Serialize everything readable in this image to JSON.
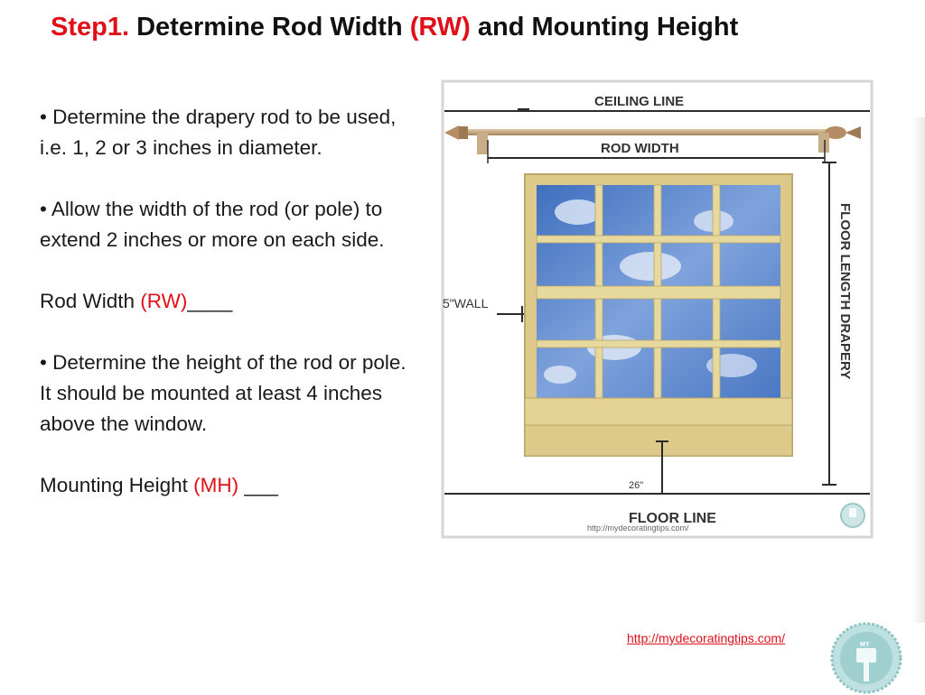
{
  "slide": {
    "title": {
      "step": "Step1.",
      "part1": " Determine Rod Width ",
      "rw": "(RW)",
      "part2": " and Mounting Height"
    },
    "bullets": {
      "b1": "• Determine the drapery rod to be used, i.e. 1, 2 or 3 inches in diameter.",
      "b2": "• Allow the width of the rod (or pole)  to extend  2 inches or more on each side.",
      "rod_width_label": "Rod Width ",
      "rod_width_abbr": "(RW)",
      "rod_width_blank": "____",
      "b3": "• Determine the height of the rod or pole. It should be mounted at least 4 inches above the window.",
      "mounting_label": "Mounting Height ",
      "mounting_abbr": "(MH)",
      "mounting_blank": " ___"
    },
    "link": "http://mydecoratingtips.com/"
  },
  "diagram": {
    "ceiling_line": "CEILING LINE",
    "rod_width": "ROD WIDTH",
    "floor_length_drapery": "FLOOR LENGTH DRAPERY",
    "wall": "5\"WALL",
    "measure_26": "26\"",
    "floor_line": "FLOOR LINE",
    "watermark": "http://mydecoratingtips.com/",
    "colors": {
      "frame": "#d9c585",
      "mullion": "#e6d79a",
      "sky": "#5d85c9",
      "rod": "#c7a27a"
    }
  },
  "badge": {
    "text": "MY"
  }
}
